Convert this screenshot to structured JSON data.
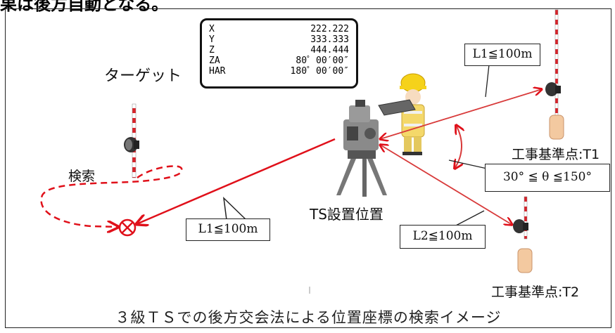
{
  "heading": "果は後方自動となる。",
  "readout": {
    "rows": [
      {
        "key": "X",
        "value": "222.222"
      },
      {
        "key": "Y",
        "value": "333.333"
      },
      {
        "key": "Z",
        "value": "444.444"
      },
      {
        "key": "ZA",
        "value": "80゜00′00″"
      },
      {
        "key": "HAR",
        "value": "180゜00′00″"
      }
    ]
  },
  "labels": {
    "target": "ターゲット",
    "search": "検索",
    "ts_position": "TS設置位置",
    "t1": "工事基準点:T1",
    "t2": "工事基準点:T2",
    "l1_top": "L1≦100m",
    "l1_bottom": "L1≦100m",
    "l2": "L2≦100m",
    "angle": "30°  ≦ θ ≦150°"
  },
  "caption": "３級ＴＳでの後方交会法による位置座標の検索イメージ",
  "colors": {
    "line": "#e0101a",
    "beam": "#d83a3a",
    "pole_red": "#d8232a",
    "prism_base": "#f3c9a0"
  }
}
